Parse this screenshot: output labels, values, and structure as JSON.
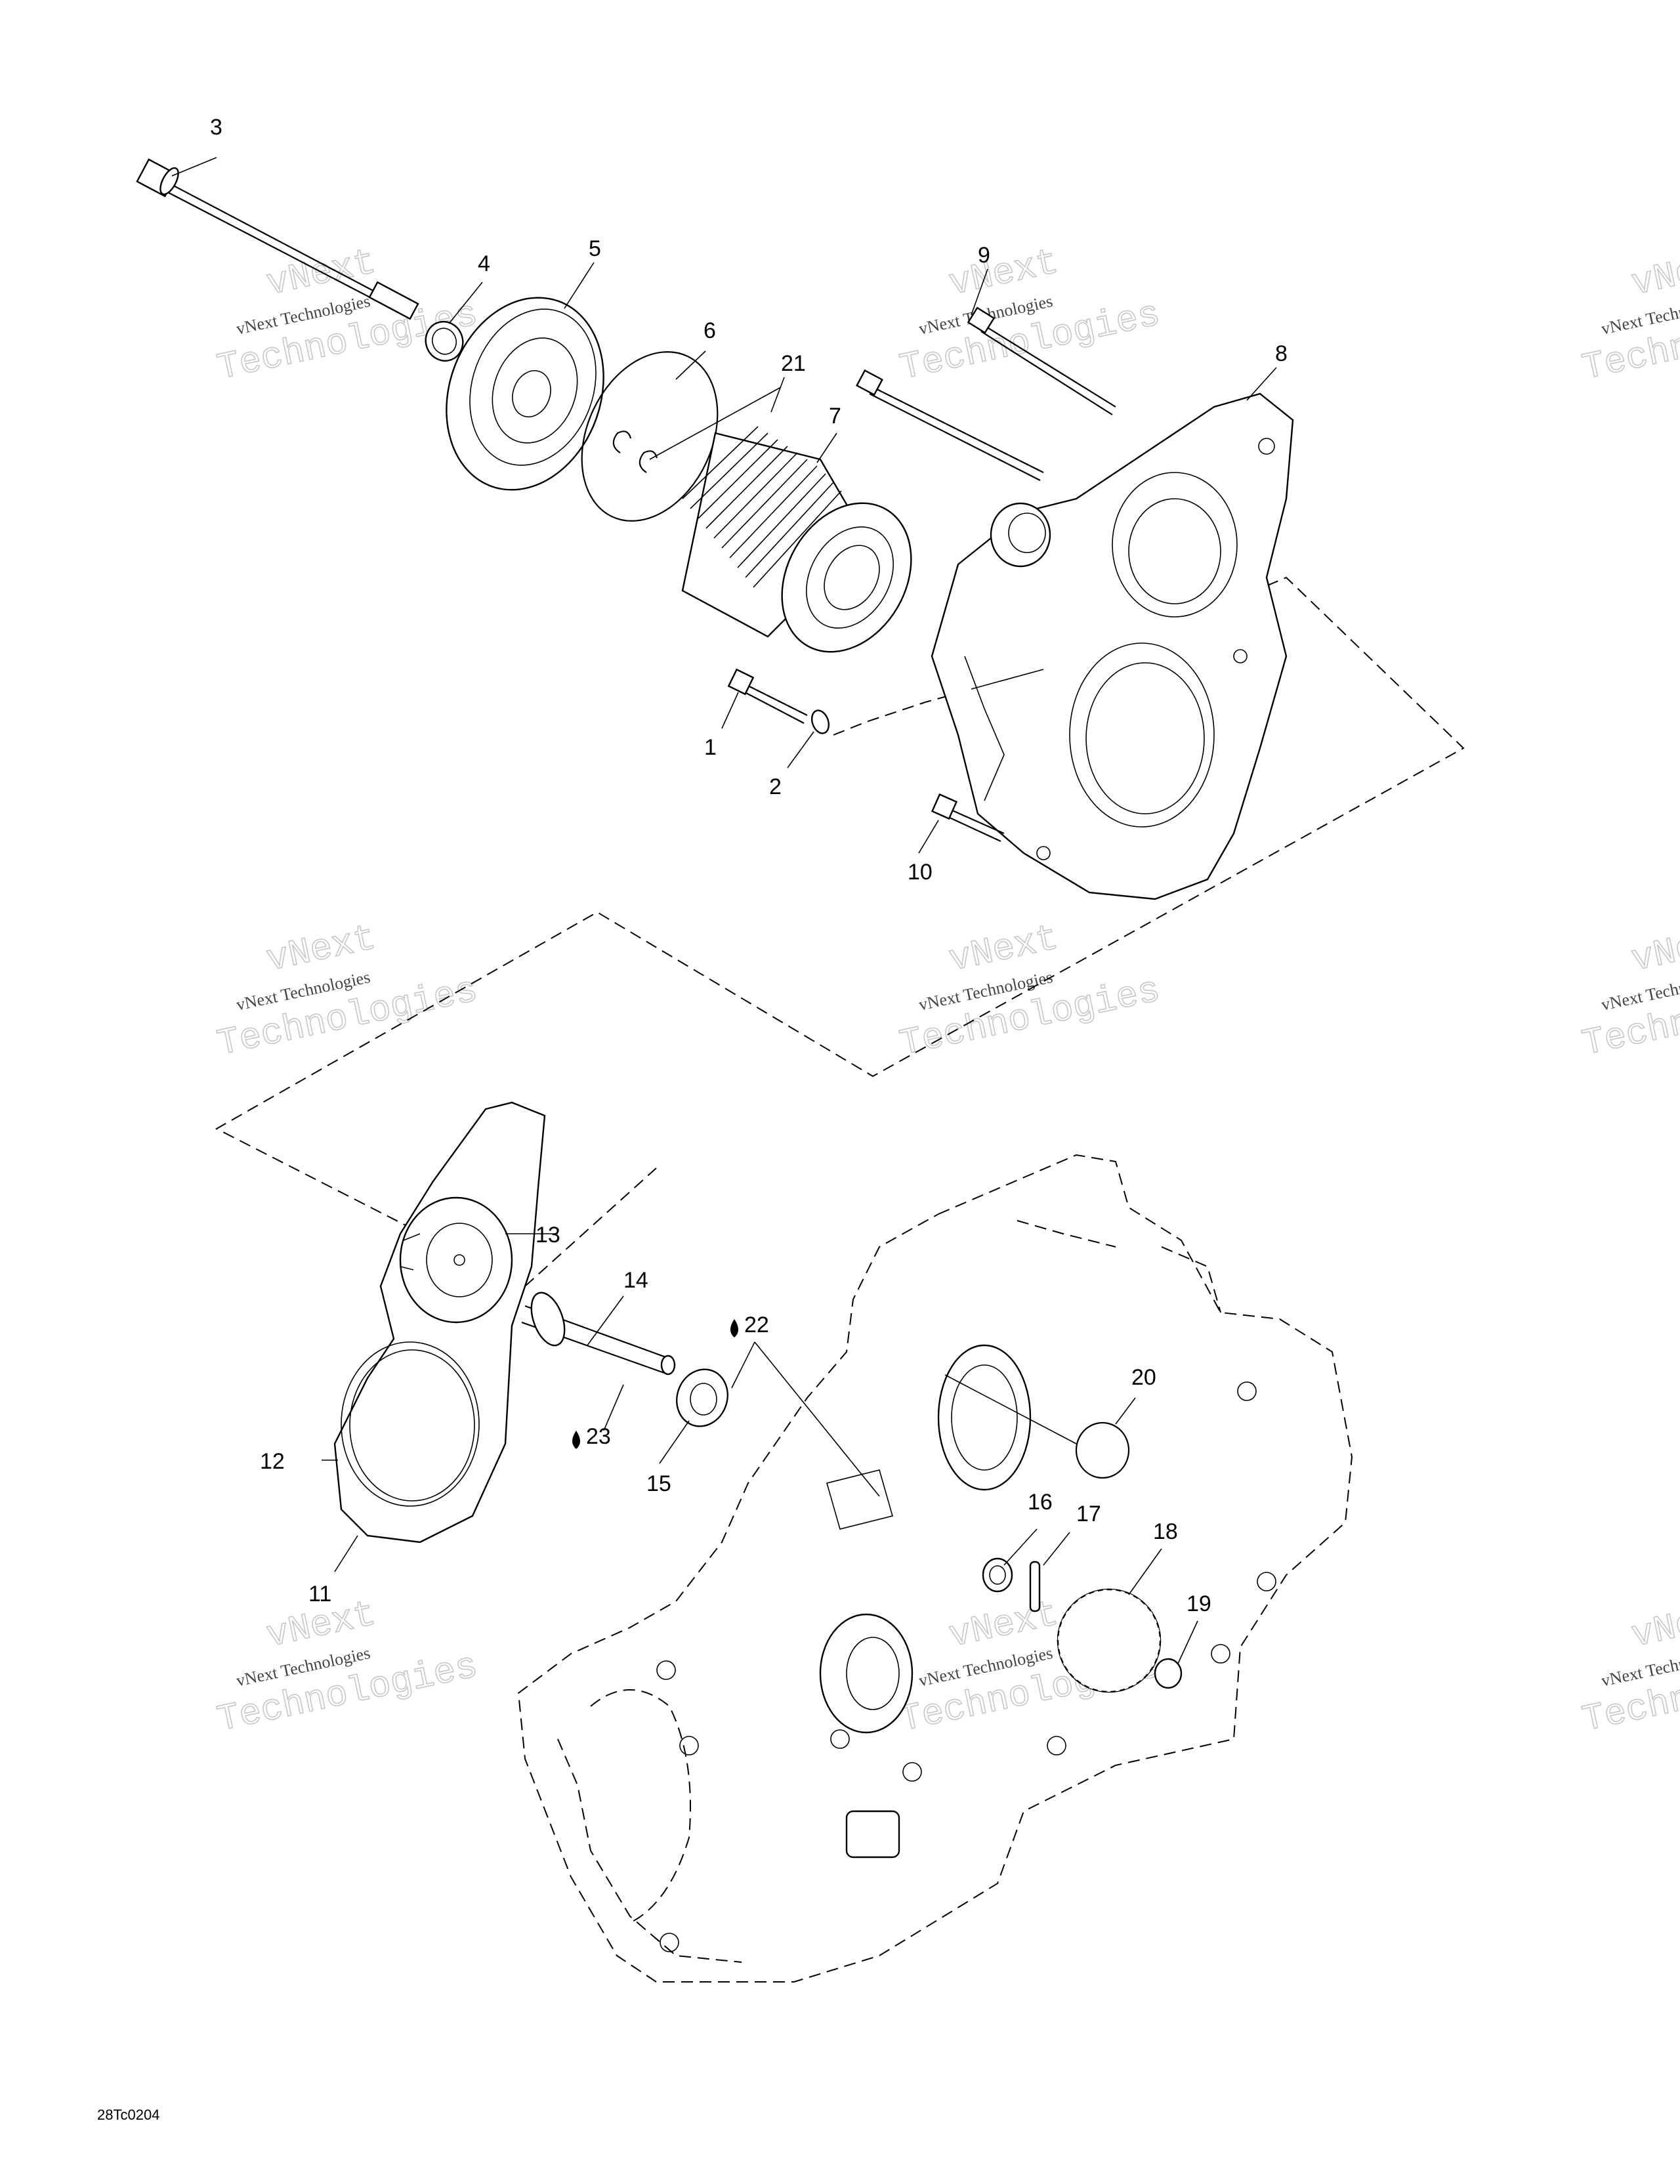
{
  "diagram": {
    "code": "28Tc0204",
    "callouts": [
      "1",
      "2",
      "3",
      "4",
      "5",
      "6",
      "7",
      "8",
      "9",
      "10",
      "11",
      "12",
      "13",
      "14",
      "15",
      "16",
      "17",
      "18",
      "19",
      "20",
      "21",
      "22",
      "23"
    ],
    "lubricant_callouts": [
      "22",
      "23"
    ],
    "watermark": {
      "line1": "vNext",
      "line2": "vNext Technologies",
      "line3": "Technologies"
    }
  }
}
